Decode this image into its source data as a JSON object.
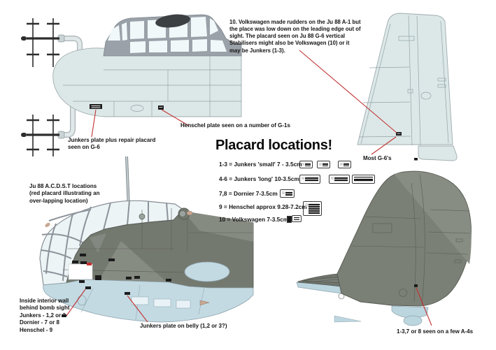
{
  "title": "Placard locations!",
  "annotations": {
    "volkswagen_note": "10. Volkswagen made rudders on the Ju 88 A-1 but\nthe place was low down on the leading edge out of\nsight. The placard seen on Ju 88 G-6 vertical\nStabilisers might also be Volkswagen (10) or it\nmay be Junkers (1-3).",
    "henschel_plate": "Henschel plate seen on a number of G-1s",
    "junkers_repair": "Junkers plate plus repair placard\nseen on G-6",
    "acdst_locations": "Ju 88 A.C.D.S.T locations\n(red placard illustrating an\nover-lapping location)",
    "most_g6": "Most G-6's",
    "interior_wall": "Inside interior wall\nbehind bomb sight\nJunkers - 1,2 or 3\nDornier - 7 or 8\nHenschel - 9",
    "belly_plate": "Junkers plate on belly (1,2 or 3?)",
    "a4_note": "1-3,7 or 8 seen on a few A-4s"
  },
  "legend": {
    "rows": [
      {
        "id": "junkers-small",
        "label": "1-3 = Junkers 'small' 7 - 3.5cm"
      },
      {
        "id": "junkers-long",
        "label": "4-6 = Junkers 'long' 10-3.5cm"
      },
      {
        "id": "dornier",
        "label": "7,8 = Dornier 7-3.5cm"
      },
      {
        "id": "henschel",
        "label": "9 = Henschel approx 9.28-7.2cm"
      },
      {
        "id": "volkswagen",
        "label": "10 = Volkswagen 7-3.5cm"
      }
    ]
  },
  "colors": {
    "annotation_red": "#c23333",
    "light_airframe": "#dce8e8",
    "dark_airframe": "#74796f",
    "underside_blue": "#c3dae3",
    "placard": "#1c1c1c"
  }
}
